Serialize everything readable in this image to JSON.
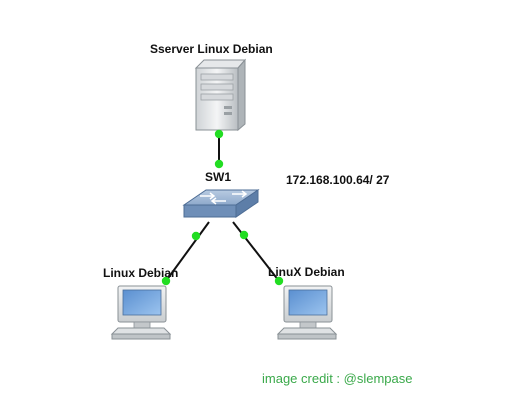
{
  "nodes": {
    "server": {
      "label": "Sserver Linux Debian",
      "icon": "server-tower-icon"
    },
    "switch": {
      "label": "SW1",
      "icon": "network-switch-icon"
    },
    "client_left": {
      "label": "Linux Debian",
      "icon": "desktop-computer-icon"
    },
    "client_right": {
      "label": "LinuX Debian",
      "icon": "desktop-computer-icon"
    }
  },
  "network": {
    "subnet": "172.168.100.64/ 27"
  },
  "credit": {
    "text": "image credit : @slempase"
  },
  "colors": {
    "link_endpoint": "#22dd22",
    "link_line": "#111111",
    "credit_text": "#3aa94a",
    "switch_body": "#8aa6c8"
  }
}
